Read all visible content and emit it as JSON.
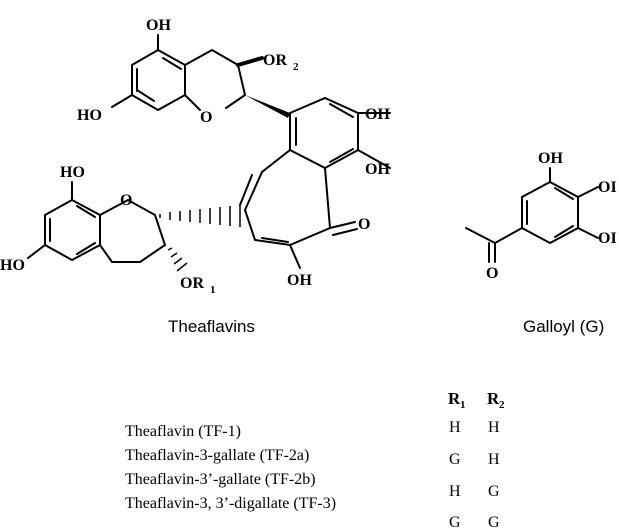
{
  "structure": {
    "atoms": {
      "oh": "OH",
      "ho": "HO",
      "o": "O",
      "or": "OR",
      "oh_clipped": "OI",
      "r1_sub": "1",
      "r2_sub": "2"
    },
    "captions": {
      "left": "Theaflavins",
      "right": "Galloyl (G)"
    }
  },
  "table": {
    "headers": [
      {
        "main": "R",
        "sub": "1"
      },
      {
        "main": "R",
        "sub": "2"
      }
    ],
    "names": [
      "Theaflavin (TF-1)",
      "Theaflavin-3-gallate (TF-2a)",
      "Theaflavin-3’-gallate (TF-2b)",
      "Theaflavin-3, 3’-digallate (TF-3)"
    ],
    "rows": [
      [
        "H",
        "H"
      ],
      [
        "G",
        "H"
      ],
      [
        "H",
        "G"
      ],
      [
        "G",
        "G"
      ]
    ]
  }
}
